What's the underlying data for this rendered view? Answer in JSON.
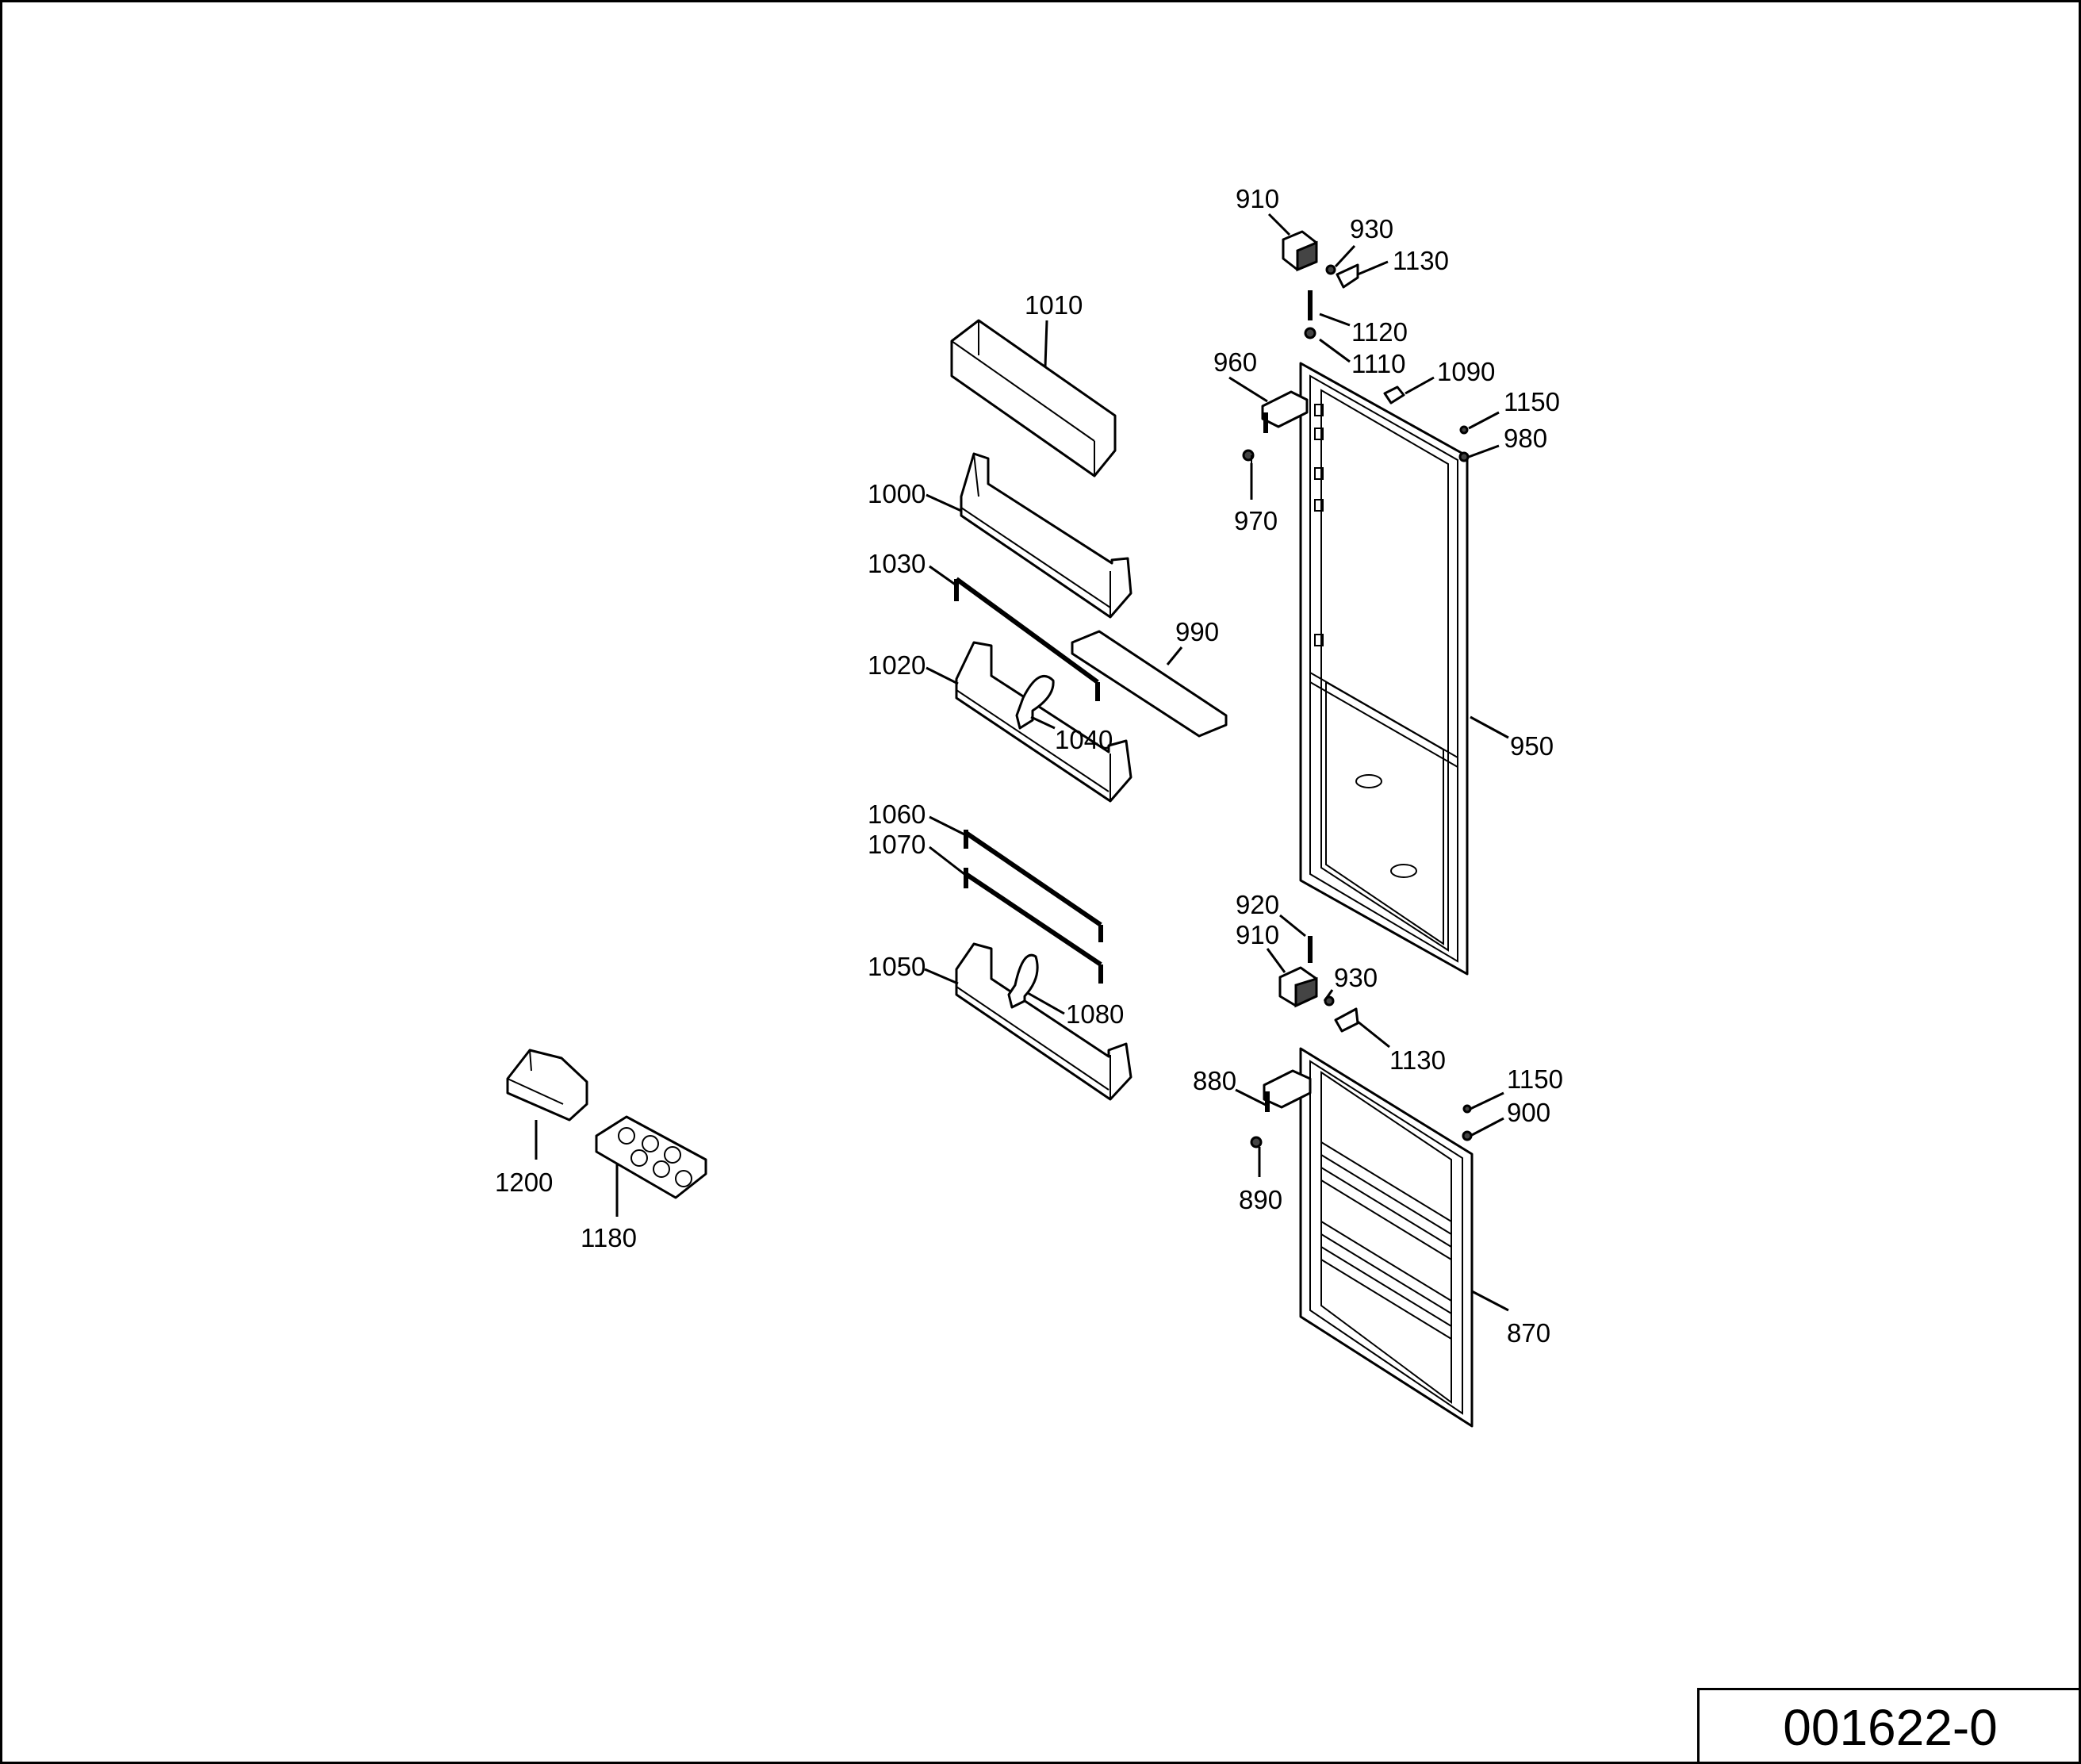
{
  "drawing_code": "001622-0",
  "callouts": [
    {
      "id": "c910a",
      "text": "910"
    },
    {
      "id": "c930a",
      "text": "930"
    },
    {
      "id": "c1130a",
      "text": "1130"
    },
    {
      "id": "c1120",
      "text": "1120"
    },
    {
      "id": "c1110",
      "text": "1110"
    },
    {
      "id": "c1090",
      "text": "1090"
    },
    {
      "id": "c960",
      "text": "960"
    },
    {
      "id": "c1150a",
      "text": "1150"
    },
    {
      "id": "c980",
      "text": "980"
    },
    {
      "id": "c970",
      "text": "970"
    },
    {
      "id": "c1010",
      "text": "1010"
    },
    {
      "id": "c1000",
      "text": "1000"
    },
    {
      "id": "c1030",
      "text": "1030"
    },
    {
      "id": "c990",
      "text": "990"
    },
    {
      "id": "c1020",
      "text": "1020"
    },
    {
      "id": "c1040",
      "text": "1040"
    },
    {
      "id": "c950",
      "text": "950"
    },
    {
      "id": "c1060",
      "text": "1060"
    },
    {
      "id": "c1070",
      "text": "1070"
    },
    {
      "id": "c920",
      "text": "920"
    },
    {
      "id": "c910b",
      "text": "910"
    },
    {
      "id": "c930b",
      "text": "930"
    },
    {
      "id": "c1050",
      "text": "1050"
    },
    {
      "id": "c1080",
      "text": "1080"
    },
    {
      "id": "c1130b",
      "text": "1130"
    },
    {
      "id": "c880",
      "text": "880"
    },
    {
      "id": "c1150b",
      "text": "1150"
    },
    {
      "id": "c900",
      "text": "900"
    },
    {
      "id": "c890",
      "text": "890"
    },
    {
      "id": "c1200",
      "text": "1200"
    },
    {
      "id": "c1180",
      "text": "1180"
    },
    {
      "id": "c870",
      "text": "870"
    }
  ]
}
